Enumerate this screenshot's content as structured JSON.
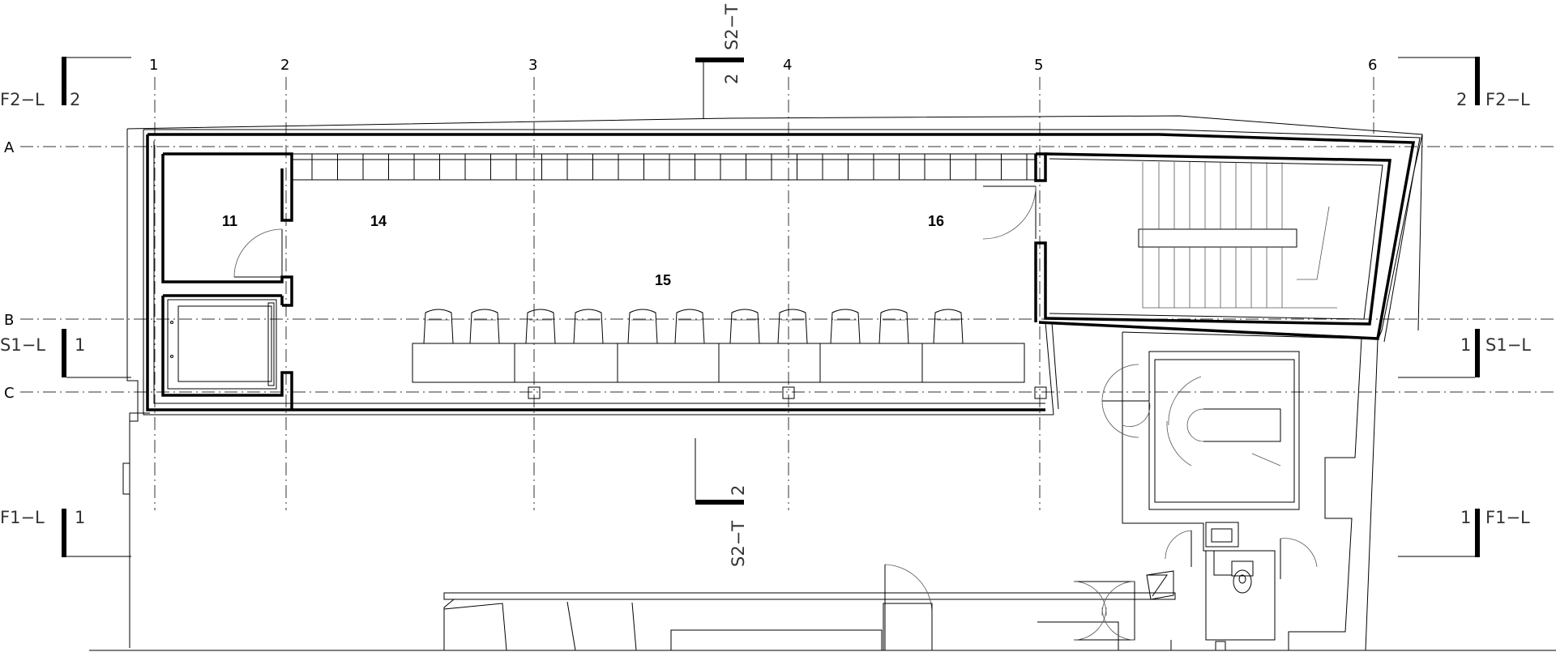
{
  "grid": {
    "columns": [
      "1",
      "2",
      "3",
      "4",
      "5",
      "6"
    ],
    "rows": [
      "A",
      "B",
      "C"
    ]
  },
  "rooms": {
    "r11": "11",
    "r14": "14",
    "r15": "15",
    "r16": "16"
  },
  "sections": {
    "f2_left": "F2−L",
    "f2_left_num": "2",
    "f2_right": "F2−L",
    "f2_right_num": "2",
    "s1_left": "S1−L",
    "s1_left_num": "1",
    "s1_right": "S1−L",
    "s1_right_num": "1",
    "f1_left": "F1−L",
    "f1_left_num": "1",
    "f1_right": "F1−L",
    "f1_right_num": "1",
    "s2_top": "S2−T",
    "s2_top_num": "2",
    "s2_bottom": "S2−T",
    "s2_bottom_num": "2"
  }
}
